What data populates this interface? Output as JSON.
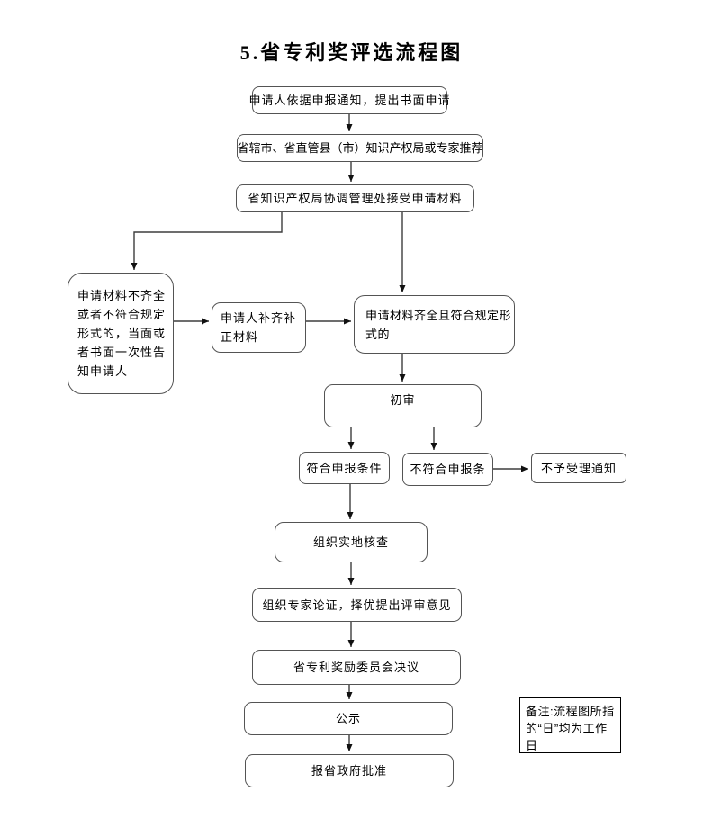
{
  "title": "5.省专利奖评选流程图",
  "flowchart": {
    "nodes": {
      "apply": {
        "label": "申请人依据申报通知，提出书面申请"
      },
      "recommend": {
        "label": "省辖市、省直管县（市）知识产权局或专家推荐"
      },
      "accept": {
        "label": "省知识产权局协调管理处接受申请材料"
      },
      "incomplete": {
        "label": "申请材料不齐全\n或者不符合规定\n形式的，当面或\n者书面一次性告\n知申请人"
      },
      "supplement": {
        "label": "申请人补齐补\n正材料"
      },
      "complete": {
        "label": "申请材料齐全且符合规定形\n式的"
      },
      "preliminary": {
        "label": "初审"
      },
      "qualified": {
        "label": "符合申报条件"
      },
      "unqualified": {
        "label": "不符合申报条"
      },
      "rejection": {
        "label": "不予受理通知"
      },
      "site_check": {
        "label": "组织实地核查"
      },
      "expert_review": {
        "label": "组织专家论证，择优提出评审意见"
      },
      "committee": {
        "label": "省专利奖励委员会决议"
      },
      "publicity": {
        "label": "公示"
      },
      "approval": {
        "label": "报省政府批准"
      }
    },
    "note": "备注:流程图所指\n的“日”均为工作\n日"
  }
}
